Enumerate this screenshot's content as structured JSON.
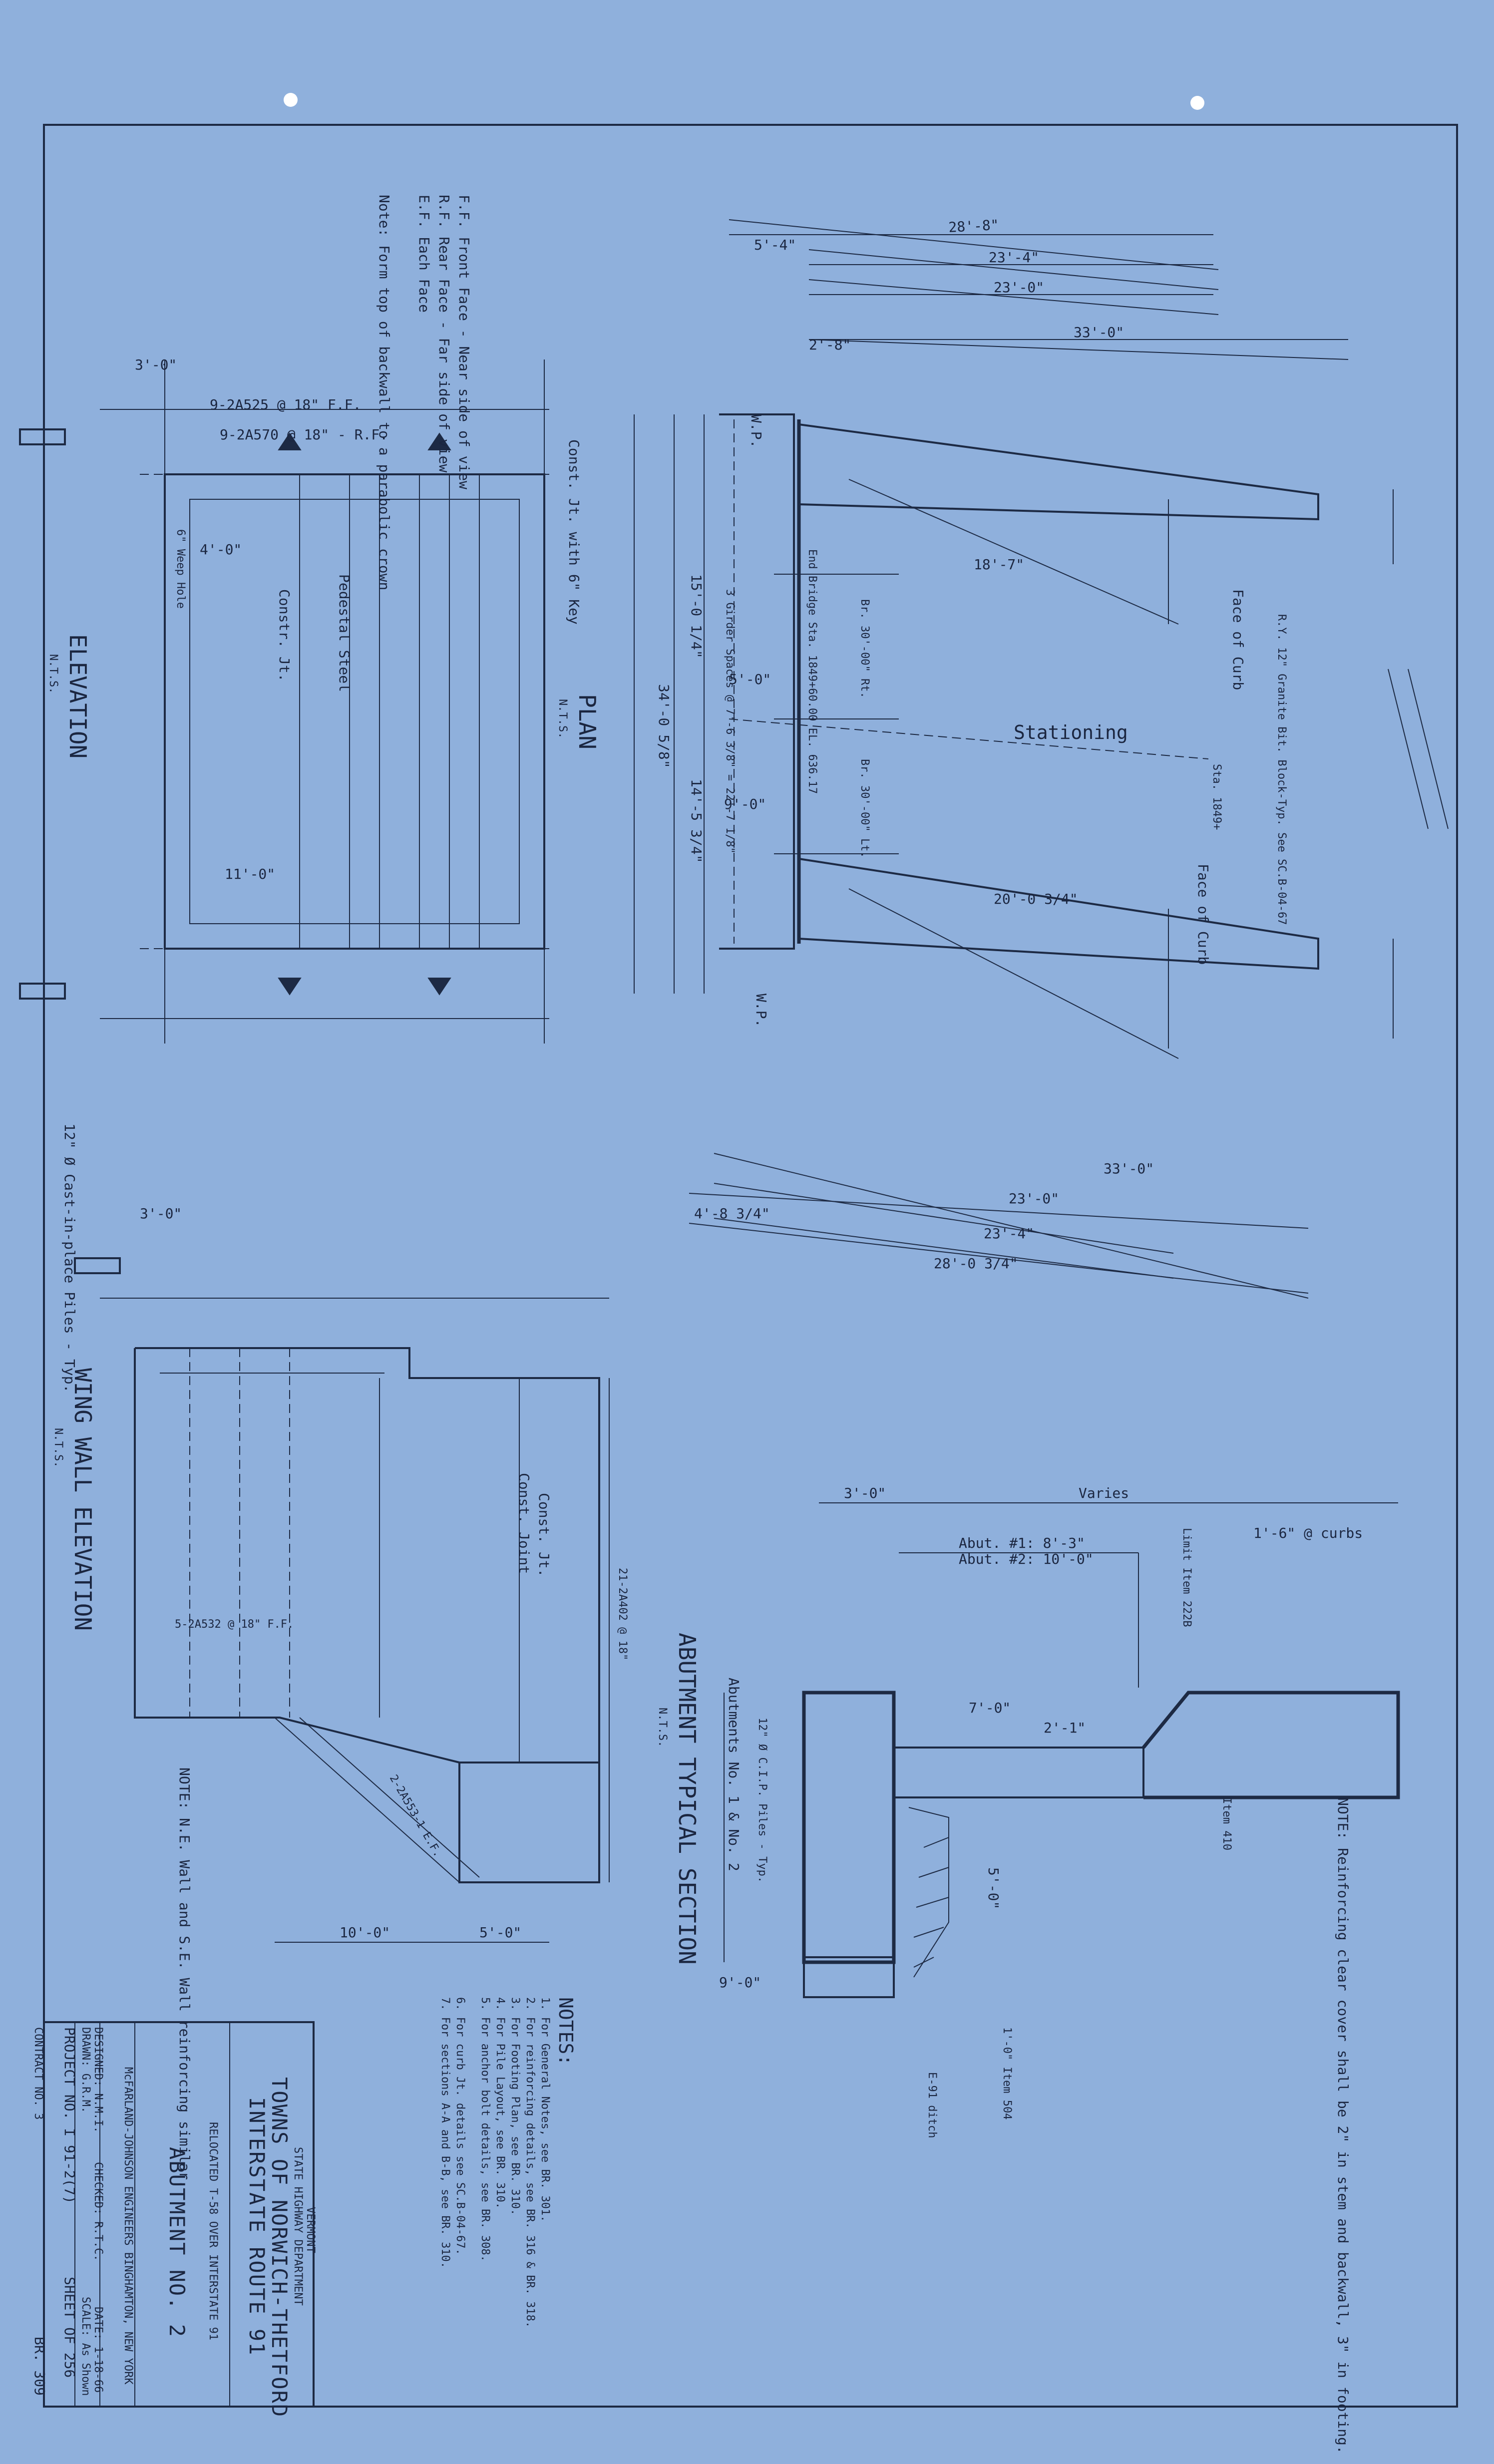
{
  "plan": {
    "title": "PLAN",
    "scale": "N.T.S.",
    "dims": [
      "28'-8\"",
      "23'-4\"",
      "23'-0\"",
      "33'-0\"",
      "5'-4\"",
      "2'-8\"",
      "18'-7\"",
      "20'-0 3/4\"",
      "33'-0\"",
      "23'-0\"",
      "23'-4\"",
      "28'-0 3/4\"",
      "4'-8 3/4\"",
      "34'-0 5/8\"",
      "15'-0 1/4\"",
      "14'-5 3/4\""
    ],
    "labels": [
      "W.P.",
      "Face of Curb",
      "Stationing",
      "Face of Curb",
      "3 Girder Spaces @ 7'-6 3/8\" = 22'-7 1/8\"",
      "End Bridge Sta. 1849+60.00 EL. 636.17",
      "Br. 30'-00\" Rt.",
      "Br. 30'-00\" Lt.",
      "9'-0\"",
      "5'-0\"",
      "W.P.",
      "Sta. 1849+",
      "R.Y. 12\" Granite Bit. Block-Typ. See SC.B-04-67"
    ]
  },
  "elevation": {
    "title": "ELEVATION",
    "scale": "N.T.S.",
    "notes": [
      "F.F. Front Face - Near side of view",
      "R.F. Rear Face - Far side of view",
      "E.F. Each Face",
      "Note: Form top of backwall to a parabolic crown"
    ],
    "labels": [
      "9-2A525 @ 18\" F.F.",
      "9-2A570 @ 18\" - R.F.",
      "Const. Jt. with 6\" Key",
      "4'-0\"",
      "6\" Weep Hole",
      "Constr. Jt.",
      "11'-0\"",
      "3'-0\"",
      "12\" Ø Cast-in-place Piles - Typ.",
      "Pedestal Steel"
    ]
  },
  "wingwall": {
    "title": "WING WALL ELEVATION",
    "scale": "N.T.S.",
    "labels": [
      "3'-0\"",
      "10'-0\"",
      "5'-0\"",
      "Const. Jt.",
      "Const. Joint",
      "5-2A532 @ 18\" F.F.",
      "2-2A553-1 E.F.",
      "21-2A402 @ 18\""
    ],
    "note": "NOTE: N.E. Wall and S.E. Wall reinforcing similar."
  },
  "section": {
    "title": "ABUTMENT TYPICAL SECTION",
    "scale": "N.T.S.",
    "labels": [
      "3'-0\"",
      "Varies",
      "Abut. #1: 8'-3\"",
      "Abut. #2: 10'-0\"",
      "1'-6\" @ curbs",
      "Limit Item 222B",
      "5'-0\"",
      "7'-0\"",
      "2'-1\"",
      "Abutments No. 1 & No. 2",
      "12\" Ø C.I.P. Piles - Typ.",
      "Item 410",
      "9'-0\"",
      "1'-0\" Item 504",
      "E-91 ditch"
    ],
    "note": "NOTE: Reinforcing clear cover shall be 2\" in stem and backwall, 3\" in footing."
  },
  "general_notes": {
    "heading": "NOTES:",
    "items": [
      "1. For General Notes, see BR. 301.",
      "2. For reinforcing details, see BR. 316 & BR. 318.",
      "3. For Footing Plan, see BR. 310.",
      "4. For Pile Layout, see BR. 310.",
      "5. For anchor bolt details, see BR. 308.",
      "6. For curb Jt. details see SC.B-04-67.",
      "7. For sections A-A and B-B, see BR. 310."
    ]
  },
  "title_block": {
    "state": "VERMONT",
    "department": "STATE HIGHWAY DEPARTMENT",
    "towns": "TOWNS OF NORWICH-THETFORD",
    "route": "INTERSTATE ROUTE 91",
    "relocated": "RELOCATED T-58 OVER INTERSTATE 91",
    "sheet_title": "ABUTMENT NO. 2",
    "engineers": "McFARLAND-JOHNSON ENGINEERS BINGHAMTON, NEW YORK",
    "designed": "DESIGNED: N.M.I.",
    "checked": "CHECKED: R.T.C.",
    "drawn": "DRAWN: G.R.M.",
    "date": "DATE: 1-18-66",
    "scale": "SCALE: As Shown",
    "project": "PROJECT NO. I 91-2(7)",
    "sheet": "SHEET OF 256",
    "contract": "CONTRACT NO. 3",
    "drawing_no": "BR. 309"
  }
}
